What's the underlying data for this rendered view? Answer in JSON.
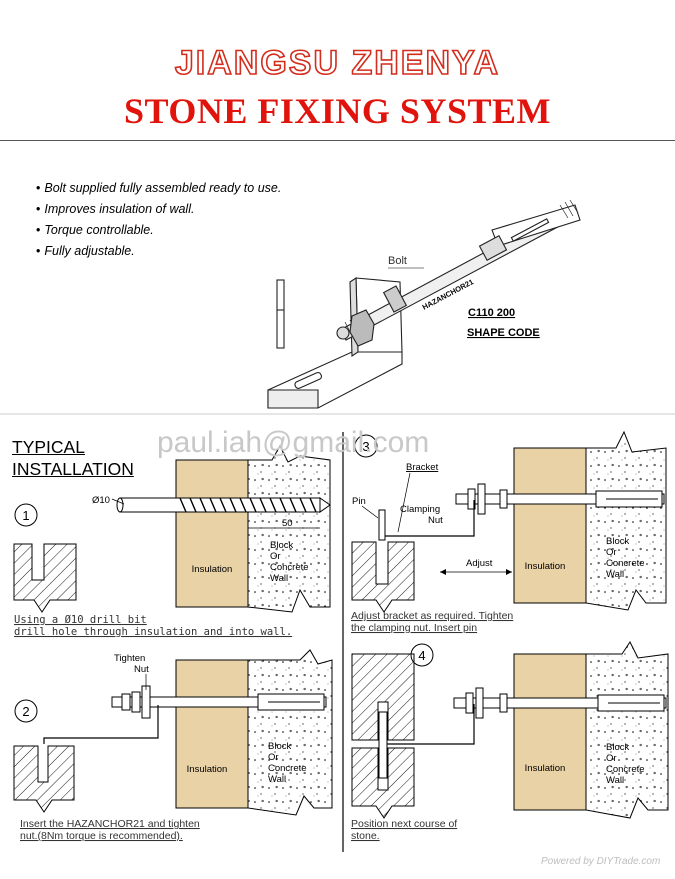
{
  "header": {
    "company": "JIANGSU ZHENYA",
    "product": "STONE FIXING SYSTEM"
  },
  "features": [
    "Bolt  supplied fully assembled ready to use.",
    "Improves insulation of  wall.",
    "Torque controllable.",
    "Fully adjustable."
  ],
  "product_drawing": {
    "bolt_label": "Bolt",
    "bolt_engraving": "HAZANCHOR21",
    "code_line1": "C110 200",
    "code_line2": "SHAPE CODE"
  },
  "section_title_line1": "TYPICAL",
  "section_title_line2": "INSTALLATION",
  "email_watermark": "paul.iah@gmail.com",
  "labels": {
    "insulation": "Insulation",
    "wall_line1": "Block",
    "wall_line2": "Or",
    "wall_line3": "Concrete",
    "wall_line4": "Wall",
    "drill_dia": "Ø10",
    "depth": "50",
    "tighten_line1": "Tighten",
    "tighten_line2": "Nut",
    "pin": "Pin",
    "bracket": "Bracket",
    "clamping_line1": "Clamping",
    "clamping_line2": "Nut",
    "adjust": "Adjust"
  },
  "steps": [
    {
      "number": "1",
      "caption_line1": "Using a Ø10 drill bit",
      "caption_line2": "drill hole through insulation and into wall."
    },
    {
      "number": "2",
      "caption_line1": "Insert the HAZANCHOR21 and tighten",
      "caption_line2": "nut.(8Nm torque is recommended)."
    },
    {
      "number": "3",
      "caption_line1": "Adjust bracket as required. Tighten",
      "caption_line2": "the clamping nut. Insert pin"
    },
    {
      "number": "4",
      "caption_line1": "Position next course of",
      "caption_line2": "stone."
    }
  ],
  "footer_watermark": "Powered by DIYTrade.com",
  "colors": {
    "title_red": "#e0140c",
    "insulation_tan": "#e8d2a6",
    "watermark_grey": "#c8c8c8"
  }
}
